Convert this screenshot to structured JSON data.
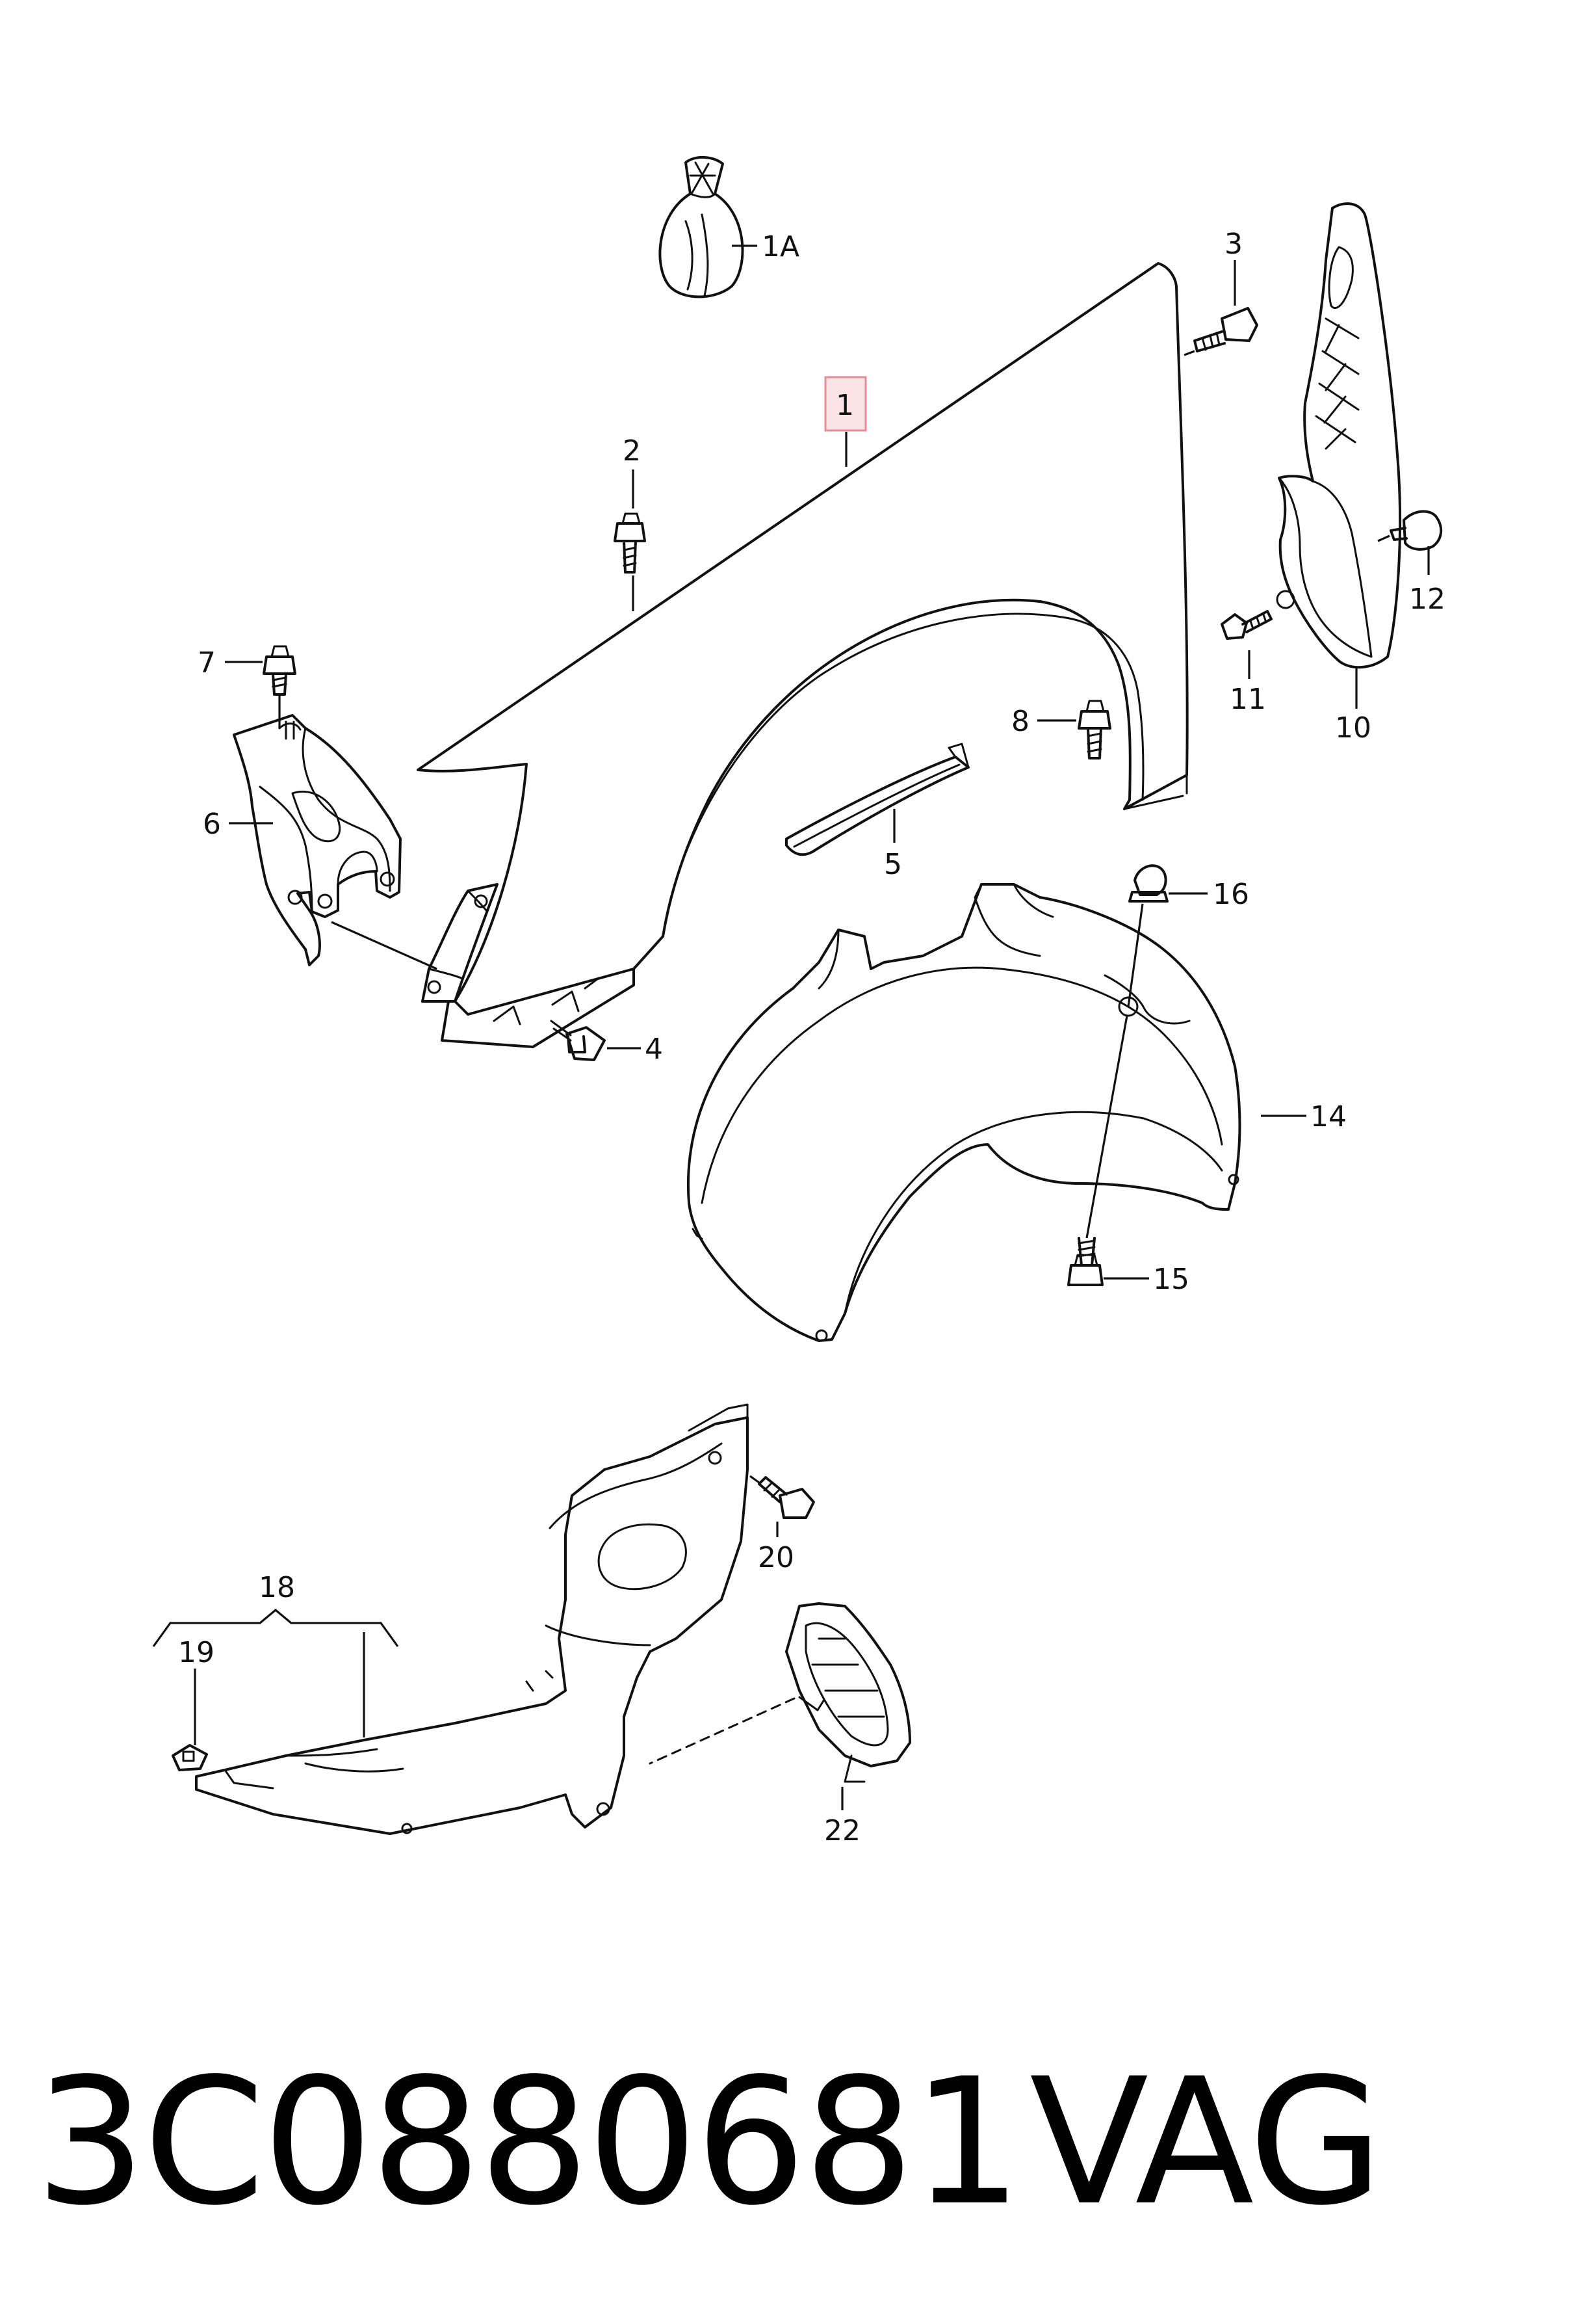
{
  "labels": {
    "1A": "1A",
    "1": "1",
    "2": "2",
    "3": "3",
    "4": "4",
    "5": "5",
    "6": "6",
    "7": "7",
    "8": "8",
    "10": "10",
    "11": "11",
    "12": "12",
    "14": "14",
    "15": "15",
    "16": "16",
    "18": "18",
    "19": "19",
    "20": "20",
    "22": "22"
  },
  "highlighted_label": "1",
  "footer": {
    "part_number": "3C0880681",
    "brand": "VAG"
  },
  "colors": {
    "line": "#111111",
    "highlight_fill": "#fbe3e6",
    "highlight_stroke": "#e98a97"
  }
}
